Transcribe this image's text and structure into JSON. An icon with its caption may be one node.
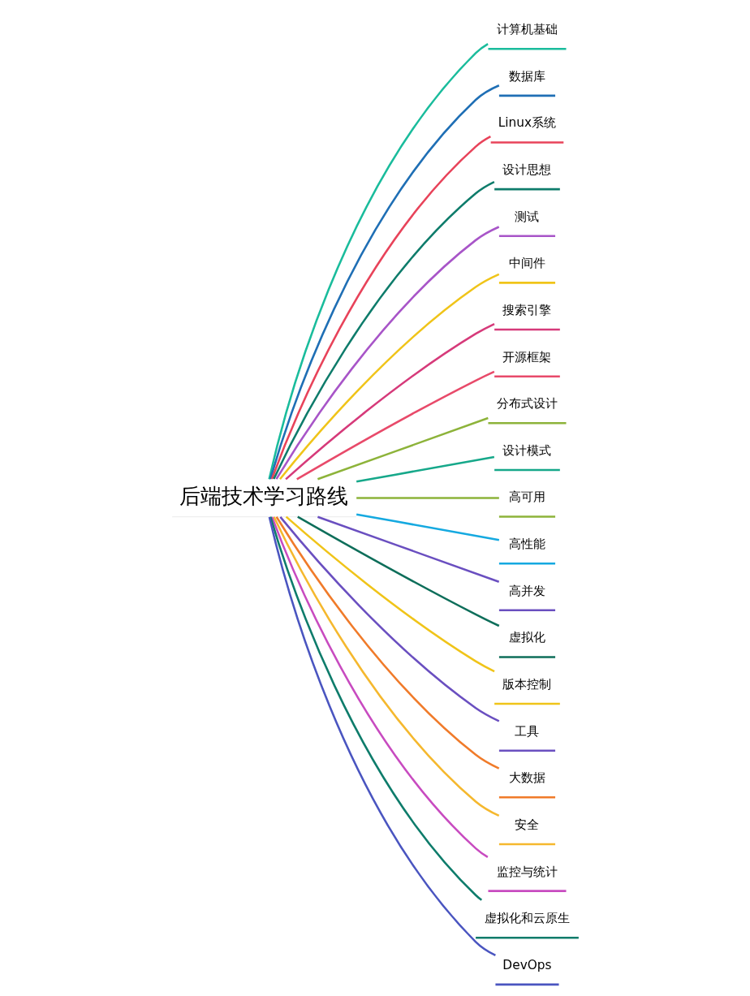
{
  "diagram": {
    "nodes": [
      {
        "text": [
          "后端技术学习路线"
        ]
      },
      {
        "text": [
          "计算机基础"
        ]
      },
      {
        "text": [
          "数据库"
        ]
      },
      {
        "text": [
          "Linux系统"
        ]
      },
      {
        "text": [
          "设计思想"
        ]
      },
      {
        "text": [
          "测试"
        ]
      },
      {
        "text": [
          "中间件"
        ]
      },
      {
        "text": [
          "搜索引擎"
        ]
      },
      {
        "text": [
          "开源框架"
        ]
      },
      {
        "text": [
          "分布式设计"
        ]
      },
      {
        "text": [
          "设计模式"
        ]
      },
      {
        "text": [
          "高可用"
        ]
      },
      {
        "text": [
          "高性能"
        ]
      },
      {
        "text": [
          "高并发"
        ]
      },
      {
        "text": [
          "虚拟化"
        ]
      },
      {
        "text": [
          "版本控制"
        ]
      },
      {
        "text": [
          "工具"
        ]
      },
      {
        "text": [
          "大数据"
        ]
      },
      {
        "text": [
          "安全"
        ]
      },
      {
        "text": [
          "监控与统计"
        ]
      },
      {
        "text": [
          "虚拟化和云原生"
        ]
      },
      {
        "text": [
          "DevOps"
        ]
      }
    ],
    "edges": [
      {
        "from": 0,
        "to": 1,
        "arrow": "none",
        "color": "#1abc9c"
      },
      {
        "from": 0,
        "to": 2,
        "arrow": "none",
        "color": "#1f6fb5"
      },
      {
        "from": 0,
        "to": 3,
        "arrow": "none",
        "color": "#e8435a"
      },
      {
        "from": 0,
        "to": 4,
        "arrow": "none",
        "color": "#0e7c6b"
      },
      {
        "from": 0,
        "to": 5,
        "arrow": "none",
        "color": "#a855c8"
      },
      {
        "from": 0,
        "to": 6,
        "arrow": "none",
        "color": "#f0c419"
      },
      {
        "from": 0,
        "to": 7,
        "arrow": "none",
        "color": "#d63a7a"
      },
      {
        "from": 0,
        "to": 8,
        "arrow": "none",
        "color": "#e84a6a"
      },
      {
        "from": 0,
        "to": 9,
        "arrow": "none",
        "color": "#8db33a"
      },
      {
        "from": 0,
        "to": 10,
        "arrow": "none",
        "color": "#16a88a"
      },
      {
        "from": 0,
        "to": 11,
        "arrow": "none",
        "color": "#8db33a"
      },
      {
        "from": 0,
        "to": 12,
        "arrow": "none",
        "color": "#15a9e0"
      },
      {
        "from": 0,
        "to": 13,
        "arrow": "none",
        "color": "#6a4fc0"
      },
      {
        "from": 0,
        "to": 14,
        "arrow": "none",
        "color": "#0e6e5a"
      },
      {
        "from": 0,
        "to": 15,
        "arrow": "none",
        "color": "#f0c419"
      },
      {
        "from": 0,
        "to": 16,
        "arrow": "none",
        "color": "#6a4fc0"
      },
      {
        "from": 0,
        "to": 17,
        "arrow": "none",
        "color": "#f07b2a"
      },
      {
        "from": 0,
        "to": 18,
        "arrow": "none",
        "color": "#f5b82e"
      },
      {
        "from": 0,
        "to": 19,
        "arrow": "none",
        "color": "#c84bc0"
      },
      {
        "from": 0,
        "to": 20,
        "arrow": "none",
        "color": "#0e7c6b"
      },
      {
        "from": 0,
        "to": 21,
        "arrow": "none",
        "color": "#4a55c0"
      }
    ]
  }
}
